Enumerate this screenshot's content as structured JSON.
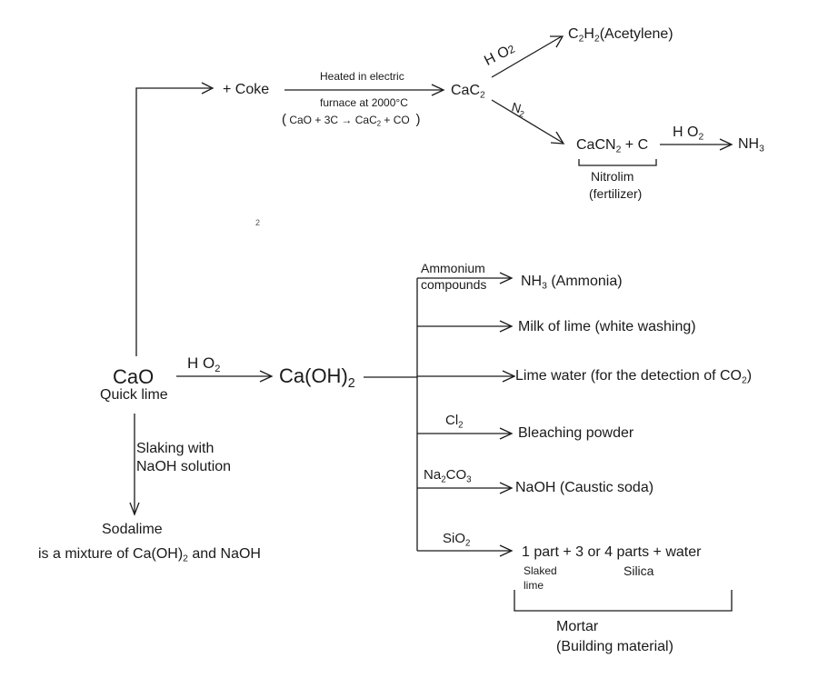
{
  "top_branch": {
    "coke": "+ Coke",
    "arrow_label_top": "Heated in electric",
    "arrow_label_bottom": "furnace at 2000°C",
    "equation": {
      "open": "(",
      "lhs": "CaO + 3C",
      "arrow": "→",
      "rhs_main": "CaC",
      "rhs_sub": "2",
      "rhs_tail": " + CO",
      "close": ")"
    },
    "cac2": {
      "main": "CaC",
      "sub": "2"
    },
    "water_label": {
      "h": "H",
      "o": "O",
      "sub": "2"
    },
    "acetylene": {
      "c": "C",
      "c_sub": "2",
      "h": "H",
      "h_sub": "2",
      "name": "(Acetylene)"
    },
    "n2_label": {
      "main": "N",
      "sub": "2"
    },
    "cacn2": {
      "main": "CaCN",
      "sub": "2",
      "tail": " + C"
    },
    "nitrolim_label": "Nitrolim",
    "fertilizer_label": "(fertilizer)",
    "water_label_2": {
      "h": "H",
      "o": "O",
      "sub": "2"
    },
    "nh3": {
      "main": "NH",
      "sub": "3"
    }
  },
  "stray_mark": "2",
  "center": {
    "cao": "CaO",
    "quick_lime": "Quick lime",
    "water_label": {
      "h": "H",
      "o": "O",
      "sub": "2"
    },
    "caoh2": {
      "main": "Ca(OH)",
      "sub": "2"
    }
  },
  "sodalime_branch": {
    "label_line1": "Slaking with",
    "label_line2": "NaOH solution",
    "product": "Sodalime",
    "desc_pre": "is a mixture of Ca(OH)",
    "desc_sub": "2",
    "desc_post": " and NaOH"
  },
  "products": [
    {
      "reagent": [
        "Ammonium",
        "compounds"
      ],
      "product_main": "NH",
      "product_sub": "3",
      "product_tail": " (Ammonia)"
    },
    {
      "reagent": [],
      "product": "Milk of lime (white washing)"
    },
    {
      "reagent": [],
      "product_pre": "Lime water (for the detection of CO",
      "product_sub": "2",
      "product_post": ")"
    },
    {
      "reagent_main": "Cl",
      "reagent_sub": "2",
      "product": "Bleaching powder"
    },
    {
      "reagent_main": "Na",
      "reagent_sub": "2",
      "reagent_mid": "CO",
      "reagent_sub2": "3",
      "product": "NaOH (Caustic soda)"
    },
    {
      "reagent_main": "SiO",
      "reagent_sub": "2",
      "product": "1 part + 3 or 4 parts + water"
    }
  ],
  "mortar": {
    "slaked_line1": "Slaked",
    "slaked_line2": "lime",
    "silica": "Silica",
    "mortar_label": "Mortar",
    "building_material": "(Building material)"
  }
}
